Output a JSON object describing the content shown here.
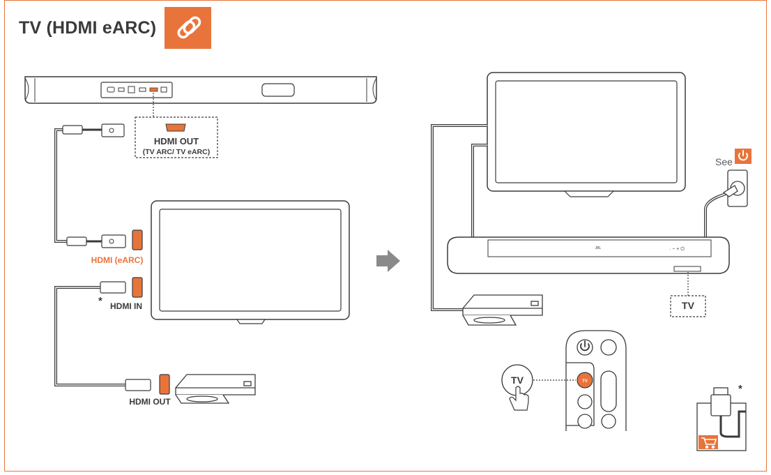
{
  "title": "TV (HDMI eARC)",
  "labels": {
    "hdmi_out_soundbar": "HDMI OUT",
    "hdmi_out_soundbar_sub": "(TV ARC/ TV eARC)",
    "hdmi_earc": "HDMI (eARC)",
    "hdmi_in": "HDMI IN",
    "hdmi_out_player": "HDMI OUT",
    "asterisk": "*",
    "see": "See",
    "tv_display": "TV",
    "tv_button": "TV",
    "tv_remote_key": "TV",
    "brand": "JBL",
    "asterisk_accessory": "*"
  },
  "colors": {
    "accent": "#e8743b",
    "line": "#3a3a3a",
    "arrow": "#8a8a8a"
  },
  "icons": [
    "link-icon",
    "power-icon",
    "shopping-cart-icon",
    "hand-pointer-icon",
    "arrow-right-icon"
  ]
}
